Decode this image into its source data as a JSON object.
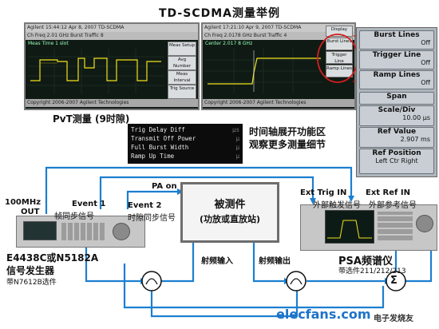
{
  "title": "TD-SCDMA测量举例",
  "screens": {
    "left": {
      "header": "Agilent 15:44:12  Apr 8, 2007          TD-SCDMA",
      "header2": "Ch Freq   2.01 GHz     Burst  Traffic 8",
      "tag": "Meas Time 1 slot",
      "footer": "Copyright 2006-2007 Agilent Technologies",
      "softkeys": [
        "Meas Setup",
        "Avg Number",
        "Meas Interval",
        "Trig Source"
      ]
    },
    "right": {
      "header": "Agilent 17:21:10  Apr 9, 2007          TD-SCDMA",
      "header2": "Ch Freq   2.0178 GHz   Burst  Traffic 4",
      "tag": "Center 2.017 8 GHz",
      "footer": "Copyright 2006-2007 Agilent Technologies",
      "softkeys": [
        "Display",
        "Burst Lines",
        "Trigger Line",
        "Ramp Lines"
      ]
    }
  },
  "side_panel": {
    "items": [
      {
        "label": "Burst Lines",
        "sub": "Off"
      },
      {
        "label": "Trigger Line",
        "sub": "Off"
      },
      {
        "label": "Ramp Lines",
        "sub": "Off"
      },
      {
        "label": "Span",
        "sub": ""
      },
      {
        "label": "Scale/Div",
        "sub": "10.00 μs"
      },
      {
        "label": "Ref Value",
        "sub": "2.907 ms"
      },
      {
        "label": "Ref Position",
        "sub": "Left   Ctr   Right"
      }
    ]
  },
  "pvt_label": "PvT测量 (9时隙)",
  "measure_table": {
    "rows": [
      {
        "name": "Trig Delay Diff",
        "value": "μs"
      },
      {
        "name": "Transmit Off Power",
        "value": "μ"
      },
      {
        "name": "Full Burst Width",
        "value": "μ"
      },
      {
        "name": "Ramp Up Time",
        "value": "μ"
      }
    ]
  },
  "time_axis_caption": [
    "时间轴展开功能区",
    "观察更多测量细节"
  ],
  "labels": {
    "pa_on": "PA on",
    "dut_line1": "被测件",
    "dut_line2": "(功放或直放站)",
    "ext_trig": "Ext Trig IN",
    "ext_trig_cn": "外部触发信号",
    "ext_ref": "Ext Ref IN",
    "ext_ref_cn": "外部参考信号",
    "ref_100mhz": "100MHz",
    "ref_out": "OUT",
    "event1": "Event 1",
    "event1_cn": "帧同步信号",
    "event2": "Event 2",
    "event2_cn": "时隙同步信号",
    "siggen_line1": "E4438C或N5182A",
    "siggen_line2": "信号发生器",
    "siggen_line3": "带N7612B选件",
    "rf_in": "射频输入",
    "rf_out": "射频输出",
    "psa_title": "PSA频谱仪",
    "psa_opts": "带选件211/212/213",
    "sum_symbol": "Σ",
    "watermark": "elecfans.com",
    "watermark_cn": "电子发烧友"
  },
  "colors": {
    "signal_line": "#1c7fd0",
    "accent_red": "#d22020",
    "trace_yellow": "#f0e21c"
  }
}
